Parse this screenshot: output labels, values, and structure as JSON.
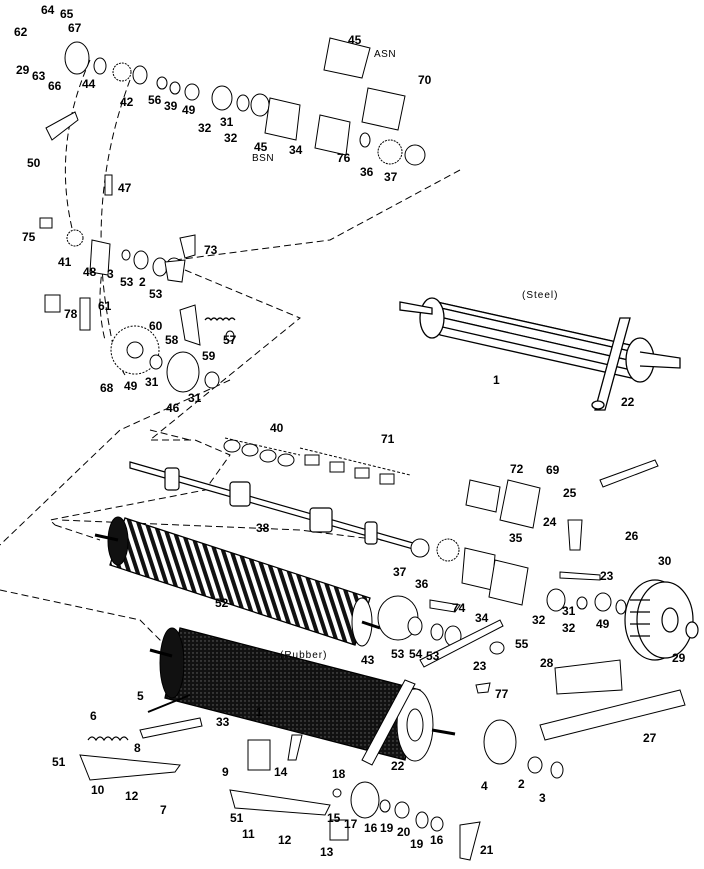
{
  "notes": {
    "steel": "(Steel)",
    "rubber": "(Rubber)",
    "asn": "ASN",
    "bsn": "BSN"
  },
  "labels": [
    {
      "id": "64",
      "text": "64"
    },
    {
      "id": "65",
      "text": "65"
    },
    {
      "id": "67",
      "text": "67"
    },
    {
      "id": "62",
      "text": "62"
    },
    {
      "id": "29a",
      "text": "29"
    },
    {
      "id": "63",
      "text": "63"
    },
    {
      "id": "66",
      "text": "66"
    },
    {
      "id": "44",
      "text": "44"
    },
    {
      "id": "42",
      "text": "42"
    },
    {
      "id": "56",
      "text": "56"
    },
    {
      "id": "39",
      "text": "39"
    },
    {
      "id": "49a",
      "text": "49"
    },
    {
      "id": "32a",
      "text": "32"
    },
    {
      "id": "31a",
      "text": "31"
    },
    {
      "id": "32b",
      "text": "32"
    },
    {
      "id": "45a",
      "text": "45"
    },
    {
      "id": "45b",
      "text": "45"
    },
    {
      "id": "70",
      "text": "70"
    },
    {
      "id": "34a",
      "text": "34"
    },
    {
      "id": "76",
      "text": "76"
    },
    {
      "id": "36a",
      "text": "36"
    },
    {
      "id": "37a",
      "text": "37"
    },
    {
      "id": "50",
      "text": "50"
    },
    {
      "id": "47",
      "text": "47"
    },
    {
      "id": "75",
      "text": "75"
    },
    {
      "id": "41",
      "text": "41"
    },
    {
      "id": "48",
      "text": "48"
    },
    {
      "id": "3a",
      "text": "3"
    },
    {
      "id": "53a",
      "text": "53"
    },
    {
      "id": "2a",
      "text": "2"
    },
    {
      "id": "53b",
      "text": "53"
    },
    {
      "id": "73",
      "text": "73"
    },
    {
      "id": "78",
      "text": "78"
    },
    {
      "id": "61",
      "text": "61"
    },
    {
      "id": "60",
      "text": "60"
    },
    {
      "id": "57",
      "text": "57"
    },
    {
      "id": "58",
      "text": "58"
    },
    {
      "id": "59",
      "text": "59"
    },
    {
      "id": "68",
      "text": "68"
    },
    {
      "id": "49b",
      "text": "49"
    },
    {
      "id": "31b",
      "text": "31"
    },
    {
      "id": "46",
      "text": "46"
    },
    {
      "id": "31c",
      "text": "31"
    },
    {
      "id": "1a",
      "text": "1"
    },
    {
      "id": "22a",
      "text": "22"
    },
    {
      "id": "40",
      "text": "40"
    },
    {
      "id": "71",
      "text": "71"
    },
    {
      "id": "38",
      "text": "38"
    },
    {
      "id": "72",
      "text": "72"
    },
    {
      "id": "69",
      "text": "69"
    },
    {
      "id": "25",
      "text": "25"
    },
    {
      "id": "24",
      "text": "24"
    },
    {
      "id": "26",
      "text": "26"
    },
    {
      "id": "35",
      "text": "35"
    },
    {
      "id": "37b",
      "text": "37"
    },
    {
      "id": "36b",
      "text": "36"
    },
    {
      "id": "23a",
      "text": "23"
    },
    {
      "id": "30",
      "text": "30"
    },
    {
      "id": "52",
      "text": "52"
    },
    {
      "id": "74",
      "text": "74"
    },
    {
      "id": "34b",
      "text": "34"
    },
    {
      "id": "32c",
      "text": "32"
    },
    {
      "id": "31d",
      "text": "31"
    },
    {
      "id": "32d",
      "text": "32"
    },
    {
      "id": "49c",
      "text": "49"
    },
    {
      "id": "43",
      "text": "43"
    },
    {
      "id": "53c",
      "text": "53"
    },
    {
      "id": "54",
      "text": "54"
    },
    {
      "id": "53d",
      "text": "53"
    },
    {
      "id": "55",
      "text": "55"
    },
    {
      "id": "29b",
      "text": "29"
    },
    {
      "id": "23b",
      "text": "23"
    },
    {
      "id": "28",
      "text": "28"
    },
    {
      "id": "77",
      "text": "77"
    },
    {
      "id": "5",
      "text": "5"
    },
    {
      "id": "6",
      "text": "6"
    },
    {
      "id": "33",
      "text": "33"
    },
    {
      "id": "1b",
      "text": "1"
    },
    {
      "id": "8",
      "text": "8"
    },
    {
      "id": "51a",
      "text": "51"
    },
    {
      "id": "10",
      "text": "10"
    },
    {
      "id": "12a",
      "text": "12"
    },
    {
      "id": "9",
      "text": "9"
    },
    {
      "id": "14",
      "text": "14"
    },
    {
      "id": "22b",
      "text": "22"
    },
    {
      "id": "27",
      "text": "27"
    },
    {
      "id": "7",
      "text": "7"
    },
    {
      "id": "18",
      "text": "18"
    },
    {
      "id": "4",
      "text": "4"
    },
    {
      "id": "2b",
      "text": "2"
    },
    {
      "id": "3b",
      "text": "3"
    },
    {
      "id": "51b",
      "text": "51"
    },
    {
      "id": "15",
      "text": "15"
    },
    {
      "id": "11",
      "text": "11"
    },
    {
      "id": "12b",
      "text": "12"
    },
    {
      "id": "17",
      "text": "17"
    },
    {
      "id": "16a",
      "text": "16"
    },
    {
      "id": "19a",
      "text": "19"
    },
    {
      "id": "20",
      "text": "20"
    },
    {
      "id": "19b",
      "text": "19"
    },
    {
      "id": "16b",
      "text": "16"
    },
    {
      "id": "13",
      "text": "13"
    },
    {
      "id": "21",
      "text": "21"
    }
  ]
}
